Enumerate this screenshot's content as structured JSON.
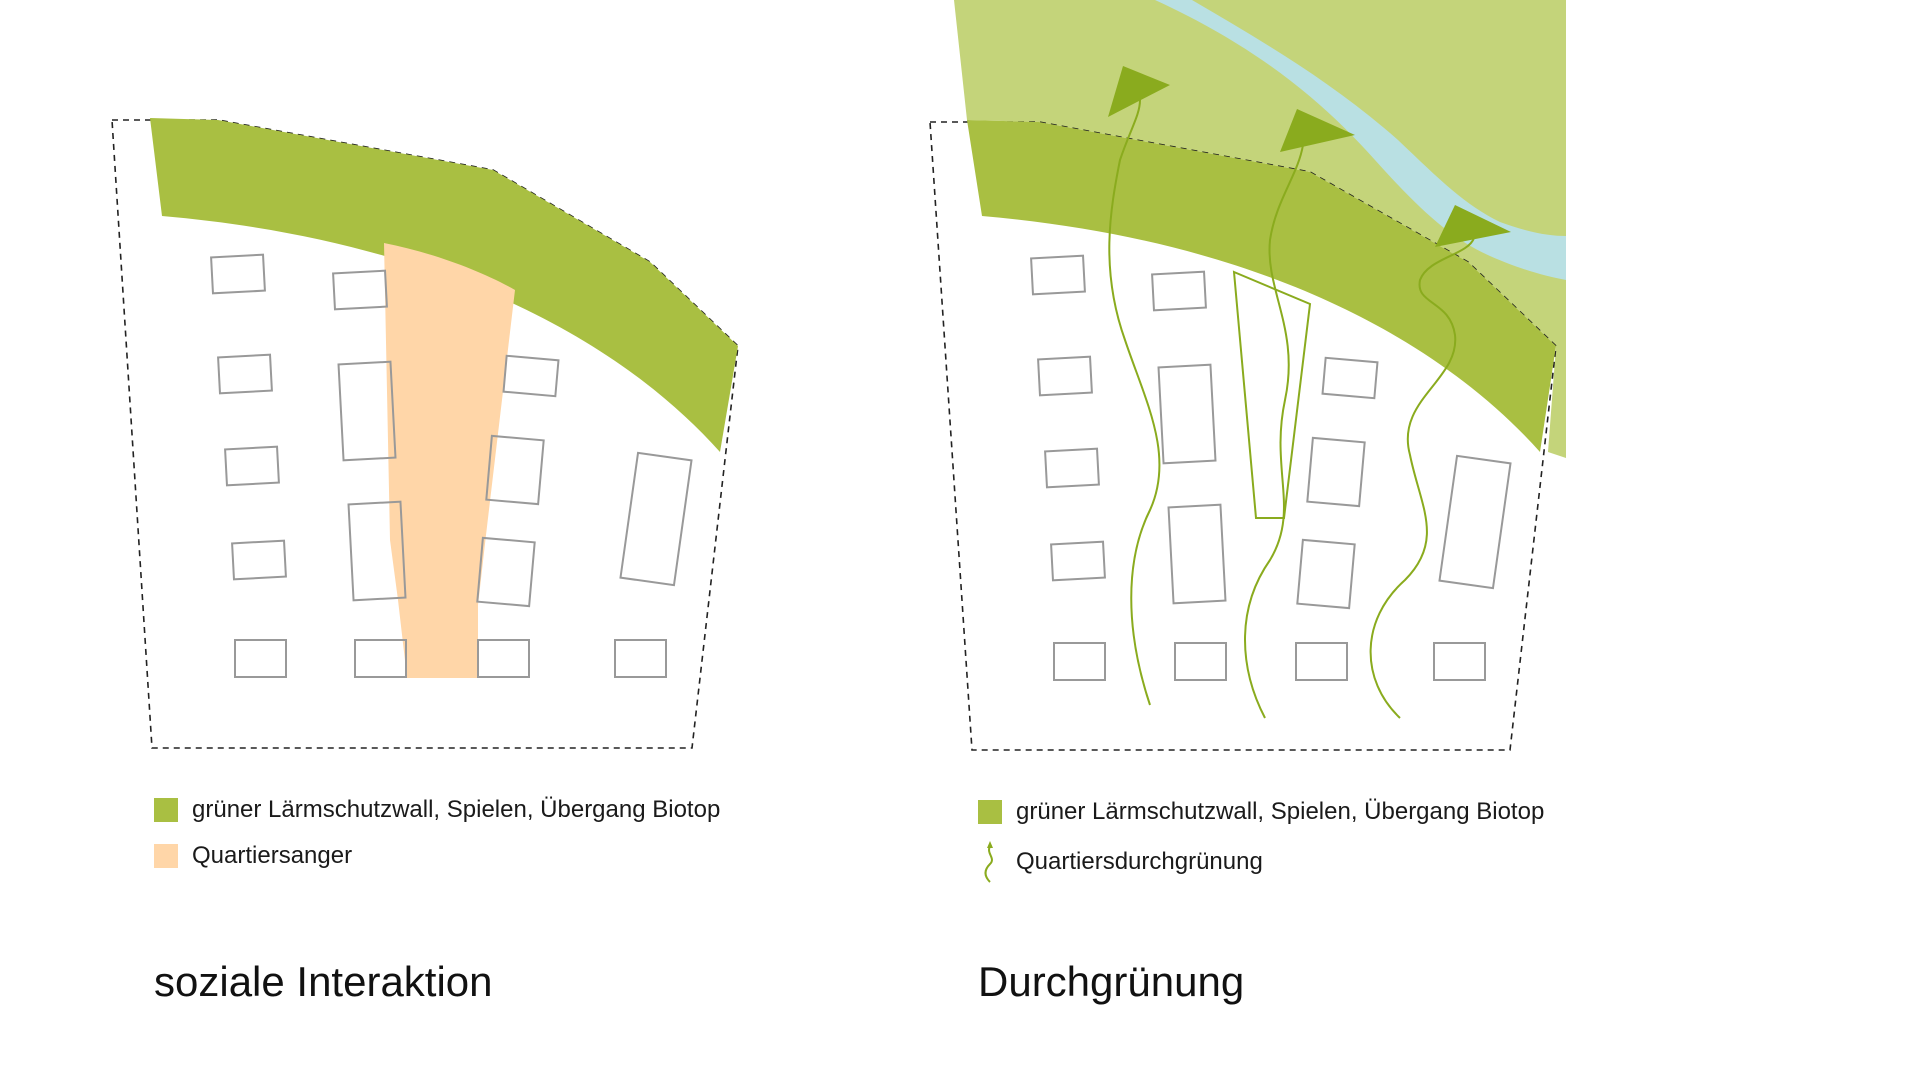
{
  "colors": {
    "green_wall": "#a9bf42",
    "meadow": "#ffd6a8",
    "landscape": "#c4d47a",
    "river": "#b9e0e3",
    "arrow": "#8aab1e",
    "building_stroke": "#999999",
    "boundary": "#222222"
  },
  "left_panel": {
    "legend": [
      {
        "label": "grüner Lärmschutzwall, Spielen, Übergang Biotop",
        "color": "#a9bf42"
      },
      {
        "label": "Quartiersanger",
        "color": "#ffd6a8"
      }
    ],
    "title": "soziale Interaktion"
  },
  "right_panel": {
    "legend": [
      {
        "label": "grüner Lärmschutzwall, Spielen, Übergang Biotop",
        "color": "#a9bf42"
      },
      {
        "label": "Quartiersdurchgrünung",
        "icon": "wavy-arrow-icon"
      }
    ],
    "title": "Durchgrünung"
  }
}
